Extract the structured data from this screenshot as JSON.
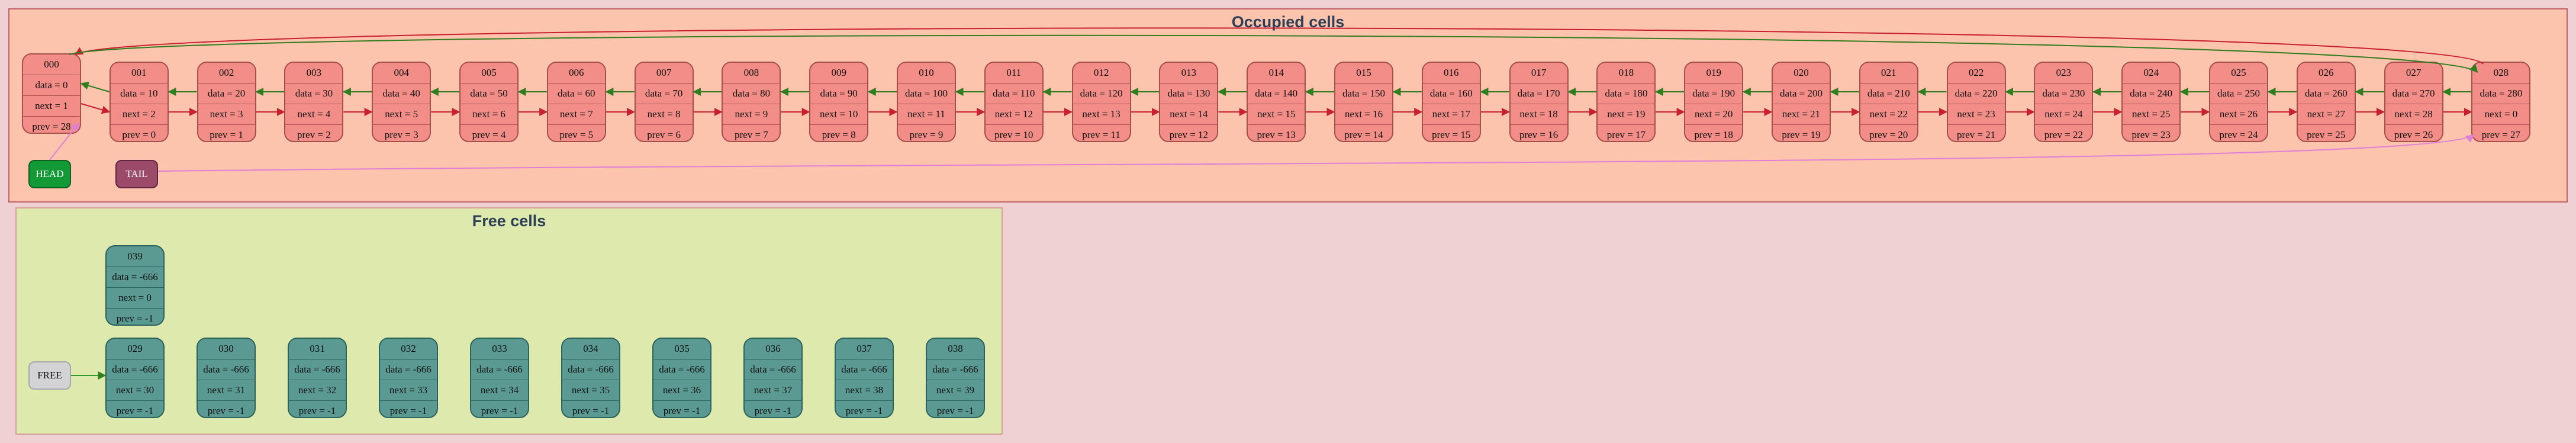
{
  "occupied_title": "Occupied cells",
  "free_title": "Free cells",
  "pointers": {
    "head": "HEAD",
    "tail": "TAIL",
    "free": "FREE"
  },
  "colors": {
    "occupied_bg": "#fdc4ad",
    "free_bg": "#dde9ad",
    "page_bg": "#efd0d3",
    "occupied_node": "#f38d87",
    "free_node": "#5a9a93",
    "next_edge": "#c8202e",
    "prev_edge": "#2f7d1e",
    "pointer_edge": "#e07fd8",
    "head": "#139a36",
    "tail": "#9b4a69",
    "free_pill": "#d3d3d5"
  },
  "occupied": [
    {
      "id": "000",
      "data": "data = 0",
      "next": "next = 1",
      "prev": "prev = 28"
    },
    {
      "id": "001",
      "data": "data = 10",
      "next": "next = 2",
      "prev": "prev = 0"
    },
    {
      "id": "002",
      "data": "data = 20",
      "next": "next = 3",
      "prev": "prev = 1"
    },
    {
      "id": "003",
      "data": "data = 30",
      "next": "next = 4",
      "prev": "prev = 2"
    },
    {
      "id": "004",
      "data": "data = 40",
      "next": "next = 5",
      "prev": "prev = 3"
    },
    {
      "id": "005",
      "data": "data = 50",
      "next": "next = 6",
      "prev": "prev = 4"
    },
    {
      "id": "006",
      "data": "data = 60",
      "next": "next = 7",
      "prev": "prev = 5"
    },
    {
      "id": "007",
      "data": "data = 70",
      "next": "next = 8",
      "prev": "prev = 6"
    },
    {
      "id": "008",
      "data": "data = 80",
      "next": "next = 9",
      "prev": "prev = 7"
    },
    {
      "id": "009",
      "data": "data = 90",
      "next": "next = 10",
      "prev": "prev = 8"
    },
    {
      "id": "010",
      "data": "data = 100",
      "next": "next = 11",
      "prev": "prev = 9"
    },
    {
      "id": "011",
      "data": "data = 110",
      "next": "next = 12",
      "prev": "prev = 10"
    },
    {
      "id": "012",
      "data": "data = 120",
      "next": "next = 13",
      "prev": "prev = 11"
    },
    {
      "id": "013",
      "data": "data = 130",
      "next": "next = 14",
      "prev": "prev = 12"
    },
    {
      "id": "014",
      "data": "data = 140",
      "next": "next = 15",
      "prev": "prev = 13"
    },
    {
      "id": "015",
      "data": "data = 150",
      "next": "next = 16",
      "prev": "prev = 14"
    },
    {
      "id": "016",
      "data": "data = 160",
      "next": "next = 17",
      "prev": "prev = 15"
    },
    {
      "id": "017",
      "data": "data = 170",
      "next": "next = 18",
      "prev": "prev = 16"
    },
    {
      "id": "018",
      "data": "data = 180",
      "next": "next = 19",
      "prev": "prev = 17"
    },
    {
      "id": "019",
      "data": "data = 190",
      "next": "next = 20",
      "prev": "prev = 18"
    },
    {
      "id": "020",
      "data": "data = 200",
      "next": "next = 21",
      "prev": "prev = 19"
    },
    {
      "id": "021",
      "data": "data = 210",
      "next": "next = 22",
      "prev": "prev = 20"
    },
    {
      "id": "022",
      "data": "data = 220",
      "next": "next = 23",
      "prev": "prev = 21"
    },
    {
      "id": "023",
      "data": "data = 230",
      "next": "next = 24",
      "prev": "prev = 22"
    },
    {
      "id": "024",
      "data": "data = 240",
      "next": "next = 25",
      "prev": "prev = 23"
    },
    {
      "id": "025",
      "data": "data = 250",
      "next": "next = 26",
      "prev": "prev = 24"
    },
    {
      "id": "026",
      "data": "data = 260",
      "next": "next = 27",
      "prev": "prev = 25"
    },
    {
      "id": "027",
      "data": "data = 270",
      "next": "next = 28",
      "prev": "prev = 26"
    },
    {
      "id": "028",
      "data": "data = 280",
      "next": "next = 0",
      "prev": "prev = 27"
    }
  ],
  "free_top": {
    "id": "039",
    "data": "data = -666",
    "next": "next = 0",
    "prev": "prev = -1"
  },
  "free": [
    {
      "id": "029",
      "data": "data = -666",
      "next": "next = 30",
      "prev": "prev = -1"
    },
    {
      "id": "030",
      "data": "data = -666",
      "next": "next = 31",
      "prev": "prev = -1"
    },
    {
      "id": "031",
      "data": "data = -666",
      "next": "next = 32",
      "prev": "prev = -1"
    },
    {
      "id": "032",
      "data": "data = -666",
      "next": "next = 33",
      "prev": "prev = -1"
    },
    {
      "id": "033",
      "data": "data = -666",
      "next": "next = 34",
      "prev": "prev = -1"
    },
    {
      "id": "034",
      "data": "data = -666",
      "next": "next = 35",
      "prev": "prev = -1"
    },
    {
      "id": "035",
      "data": "data = -666",
      "next": "next = 36",
      "prev": "prev = -1"
    },
    {
      "id": "036",
      "data": "data = -666",
      "next": "next = 37",
      "prev": "prev = -1"
    },
    {
      "id": "037",
      "data": "data = -666",
      "next": "next = 38",
      "prev": "prev = -1"
    },
    {
      "id": "038",
      "data": "data = -666",
      "next": "next = 39",
      "prev": "prev = -1"
    }
  ]
}
